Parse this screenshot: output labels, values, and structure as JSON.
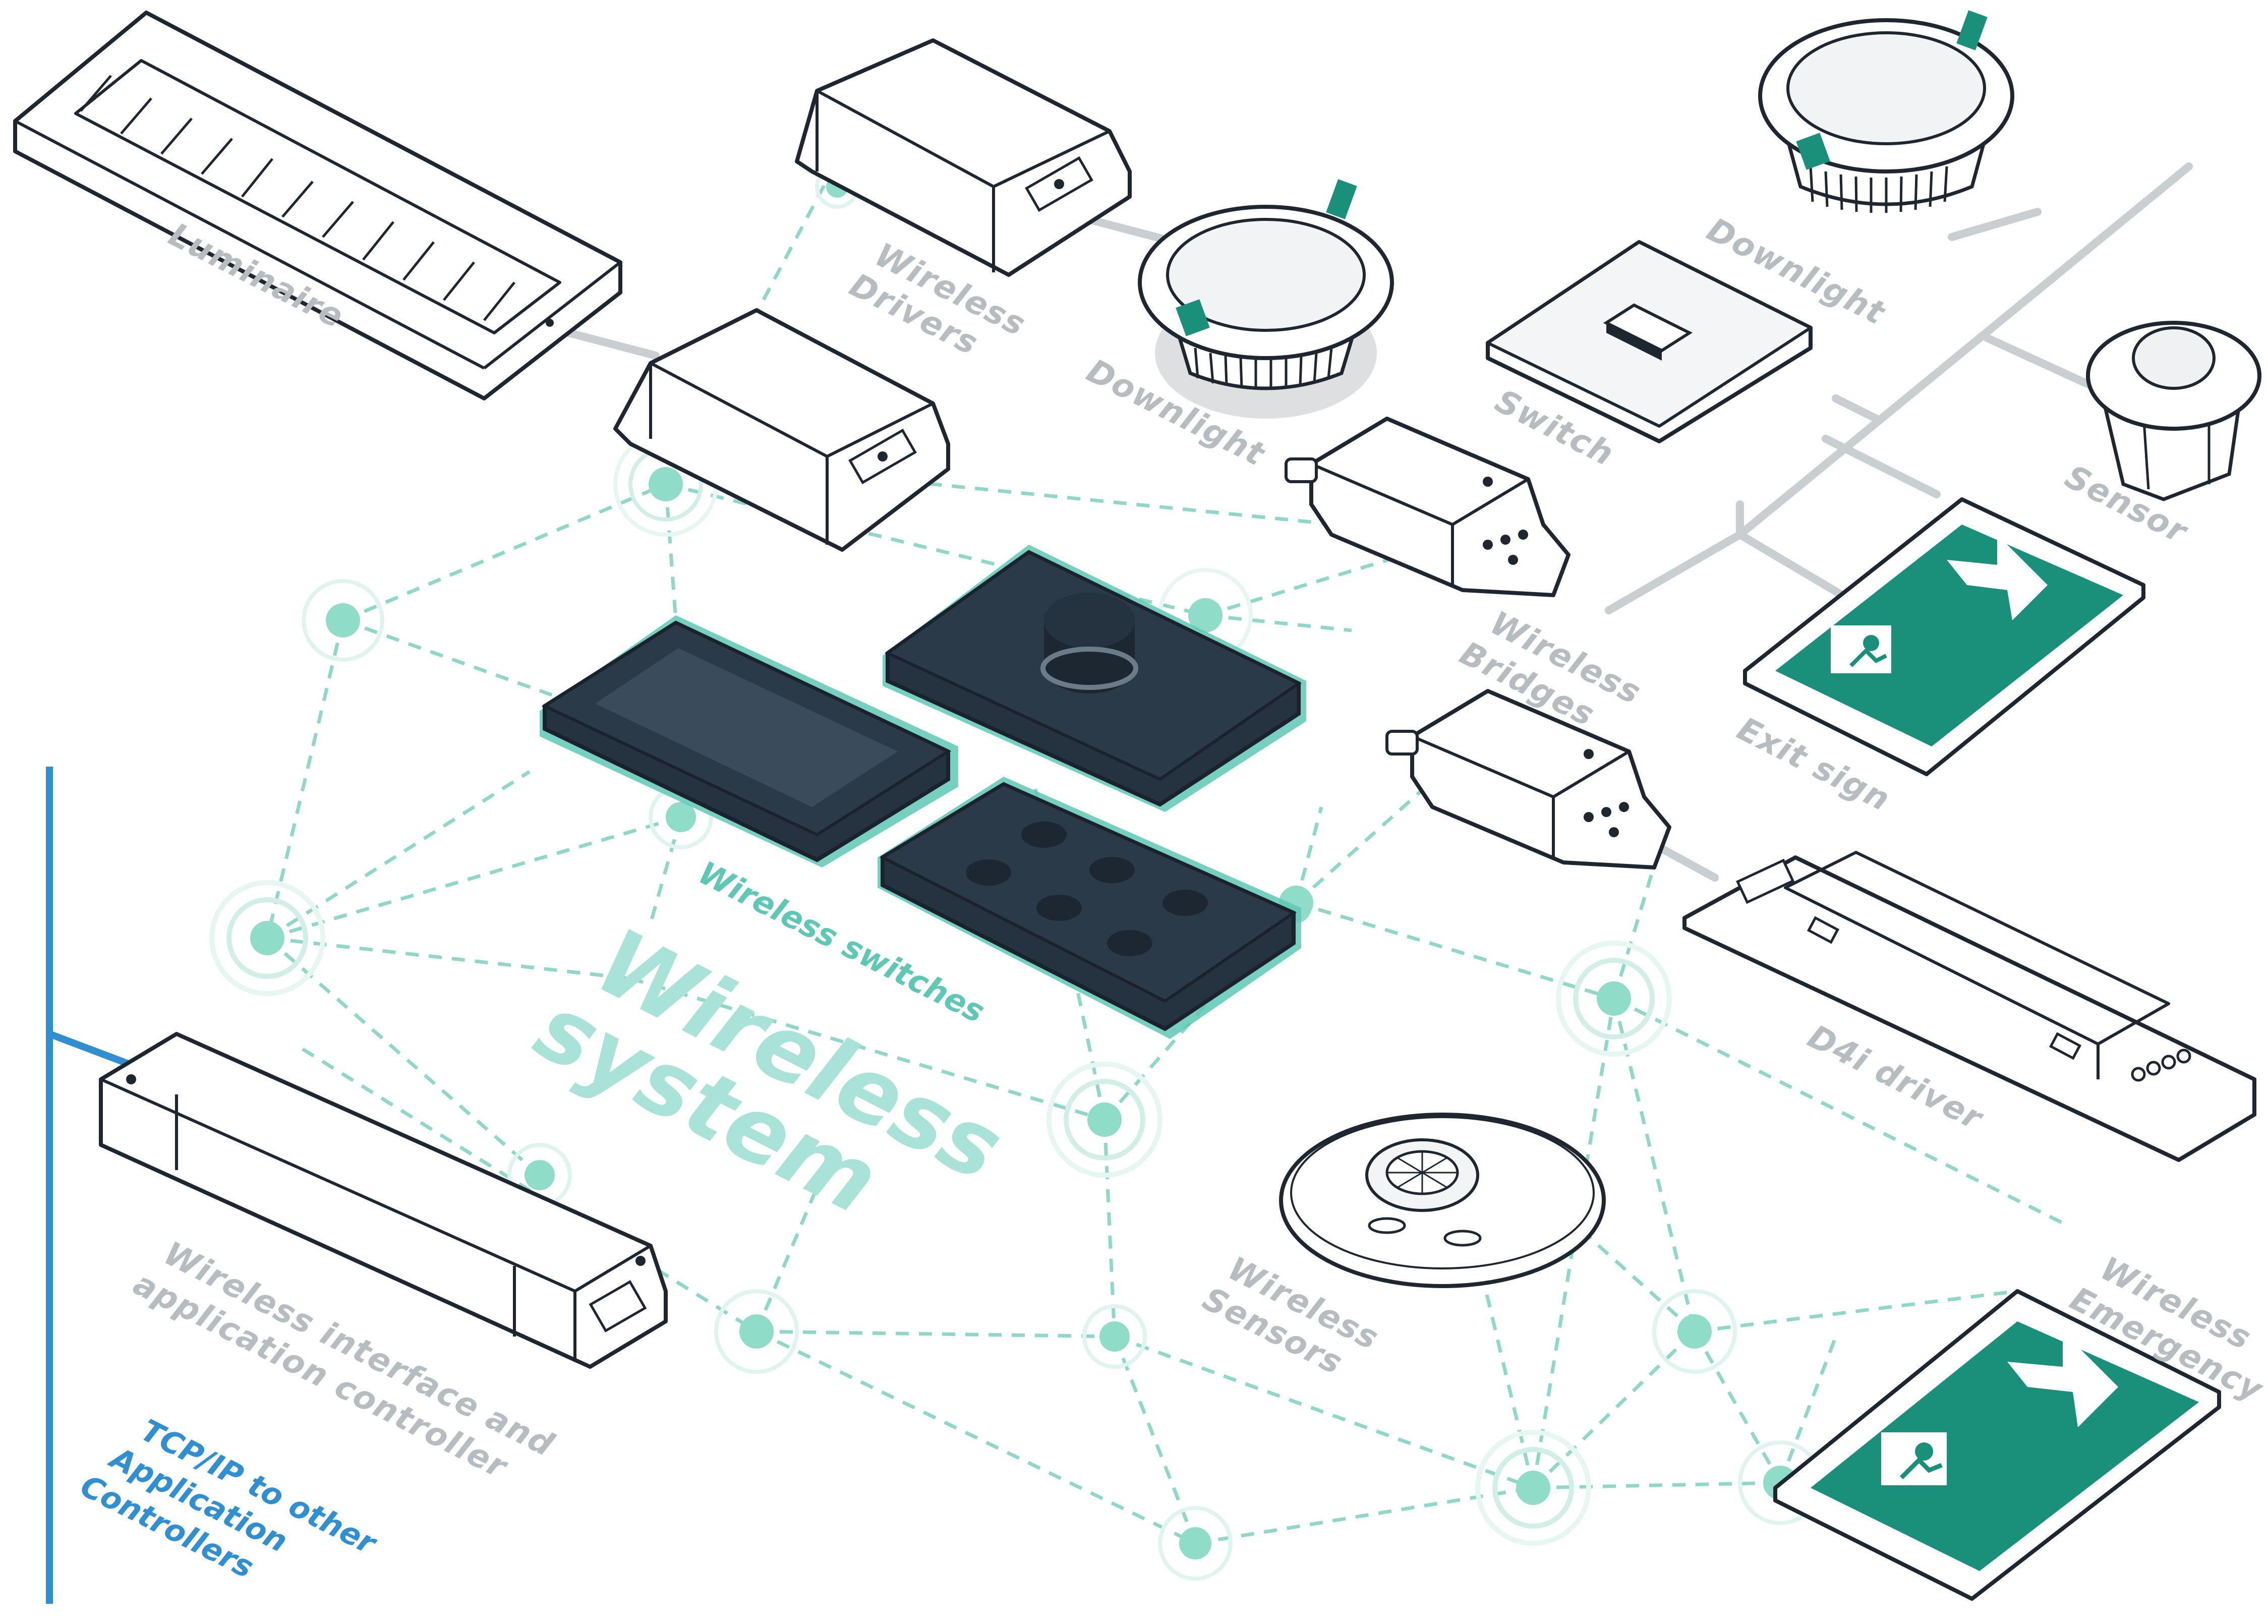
{
  "colors": {
    "mesh": "#8fd8c8",
    "node": "#8fdcc9",
    "wired": "#c9ced1",
    "tcp": "#2f8fd1",
    "switch_glow": "#5ec8b4",
    "exit_green": "#1a8f7a"
  },
  "labels": {
    "luminaire": "Luminaire",
    "wireless_drivers_1": "Wireless",
    "wireless_drivers_2": "Drivers",
    "downlight_center": "Downlight",
    "downlight_top": "Downlight",
    "switch": "Switch",
    "sensor": "Sensor",
    "wireless_bridges_1": "Wireless",
    "wireless_bridges_2": "Bridges",
    "exit_sign": "Exit sign",
    "wireless_switches": "Wireless switches",
    "wireless_system_1": "Wireless",
    "wireless_system_2": "system",
    "d4i_driver": "D4i driver",
    "wireless_sensors_1": "Wireless",
    "wireless_sensors_2": "Sensors",
    "wireless_emergency_1": "Wireless",
    "wireless_emergency_2": "Emergency",
    "interface_1": "Wireless interface and",
    "interface_2": "application controller",
    "tcp_1": "TCP/IP to other",
    "tcp_2": "Application",
    "tcp_3": "Controllers"
  },
  "icons": [
    "luminaire-icon",
    "wireless-driver-icon",
    "downlight-icon",
    "switch-icon",
    "sensor-icon",
    "wireless-bridge-icon",
    "exit-sign-icon",
    "touch-panel-icon",
    "rotary-dimmer-icon",
    "keypad-icon",
    "d4i-driver-icon",
    "ceiling-sensor-icon",
    "emergency-sign-icon",
    "interface-controller-icon"
  ]
}
